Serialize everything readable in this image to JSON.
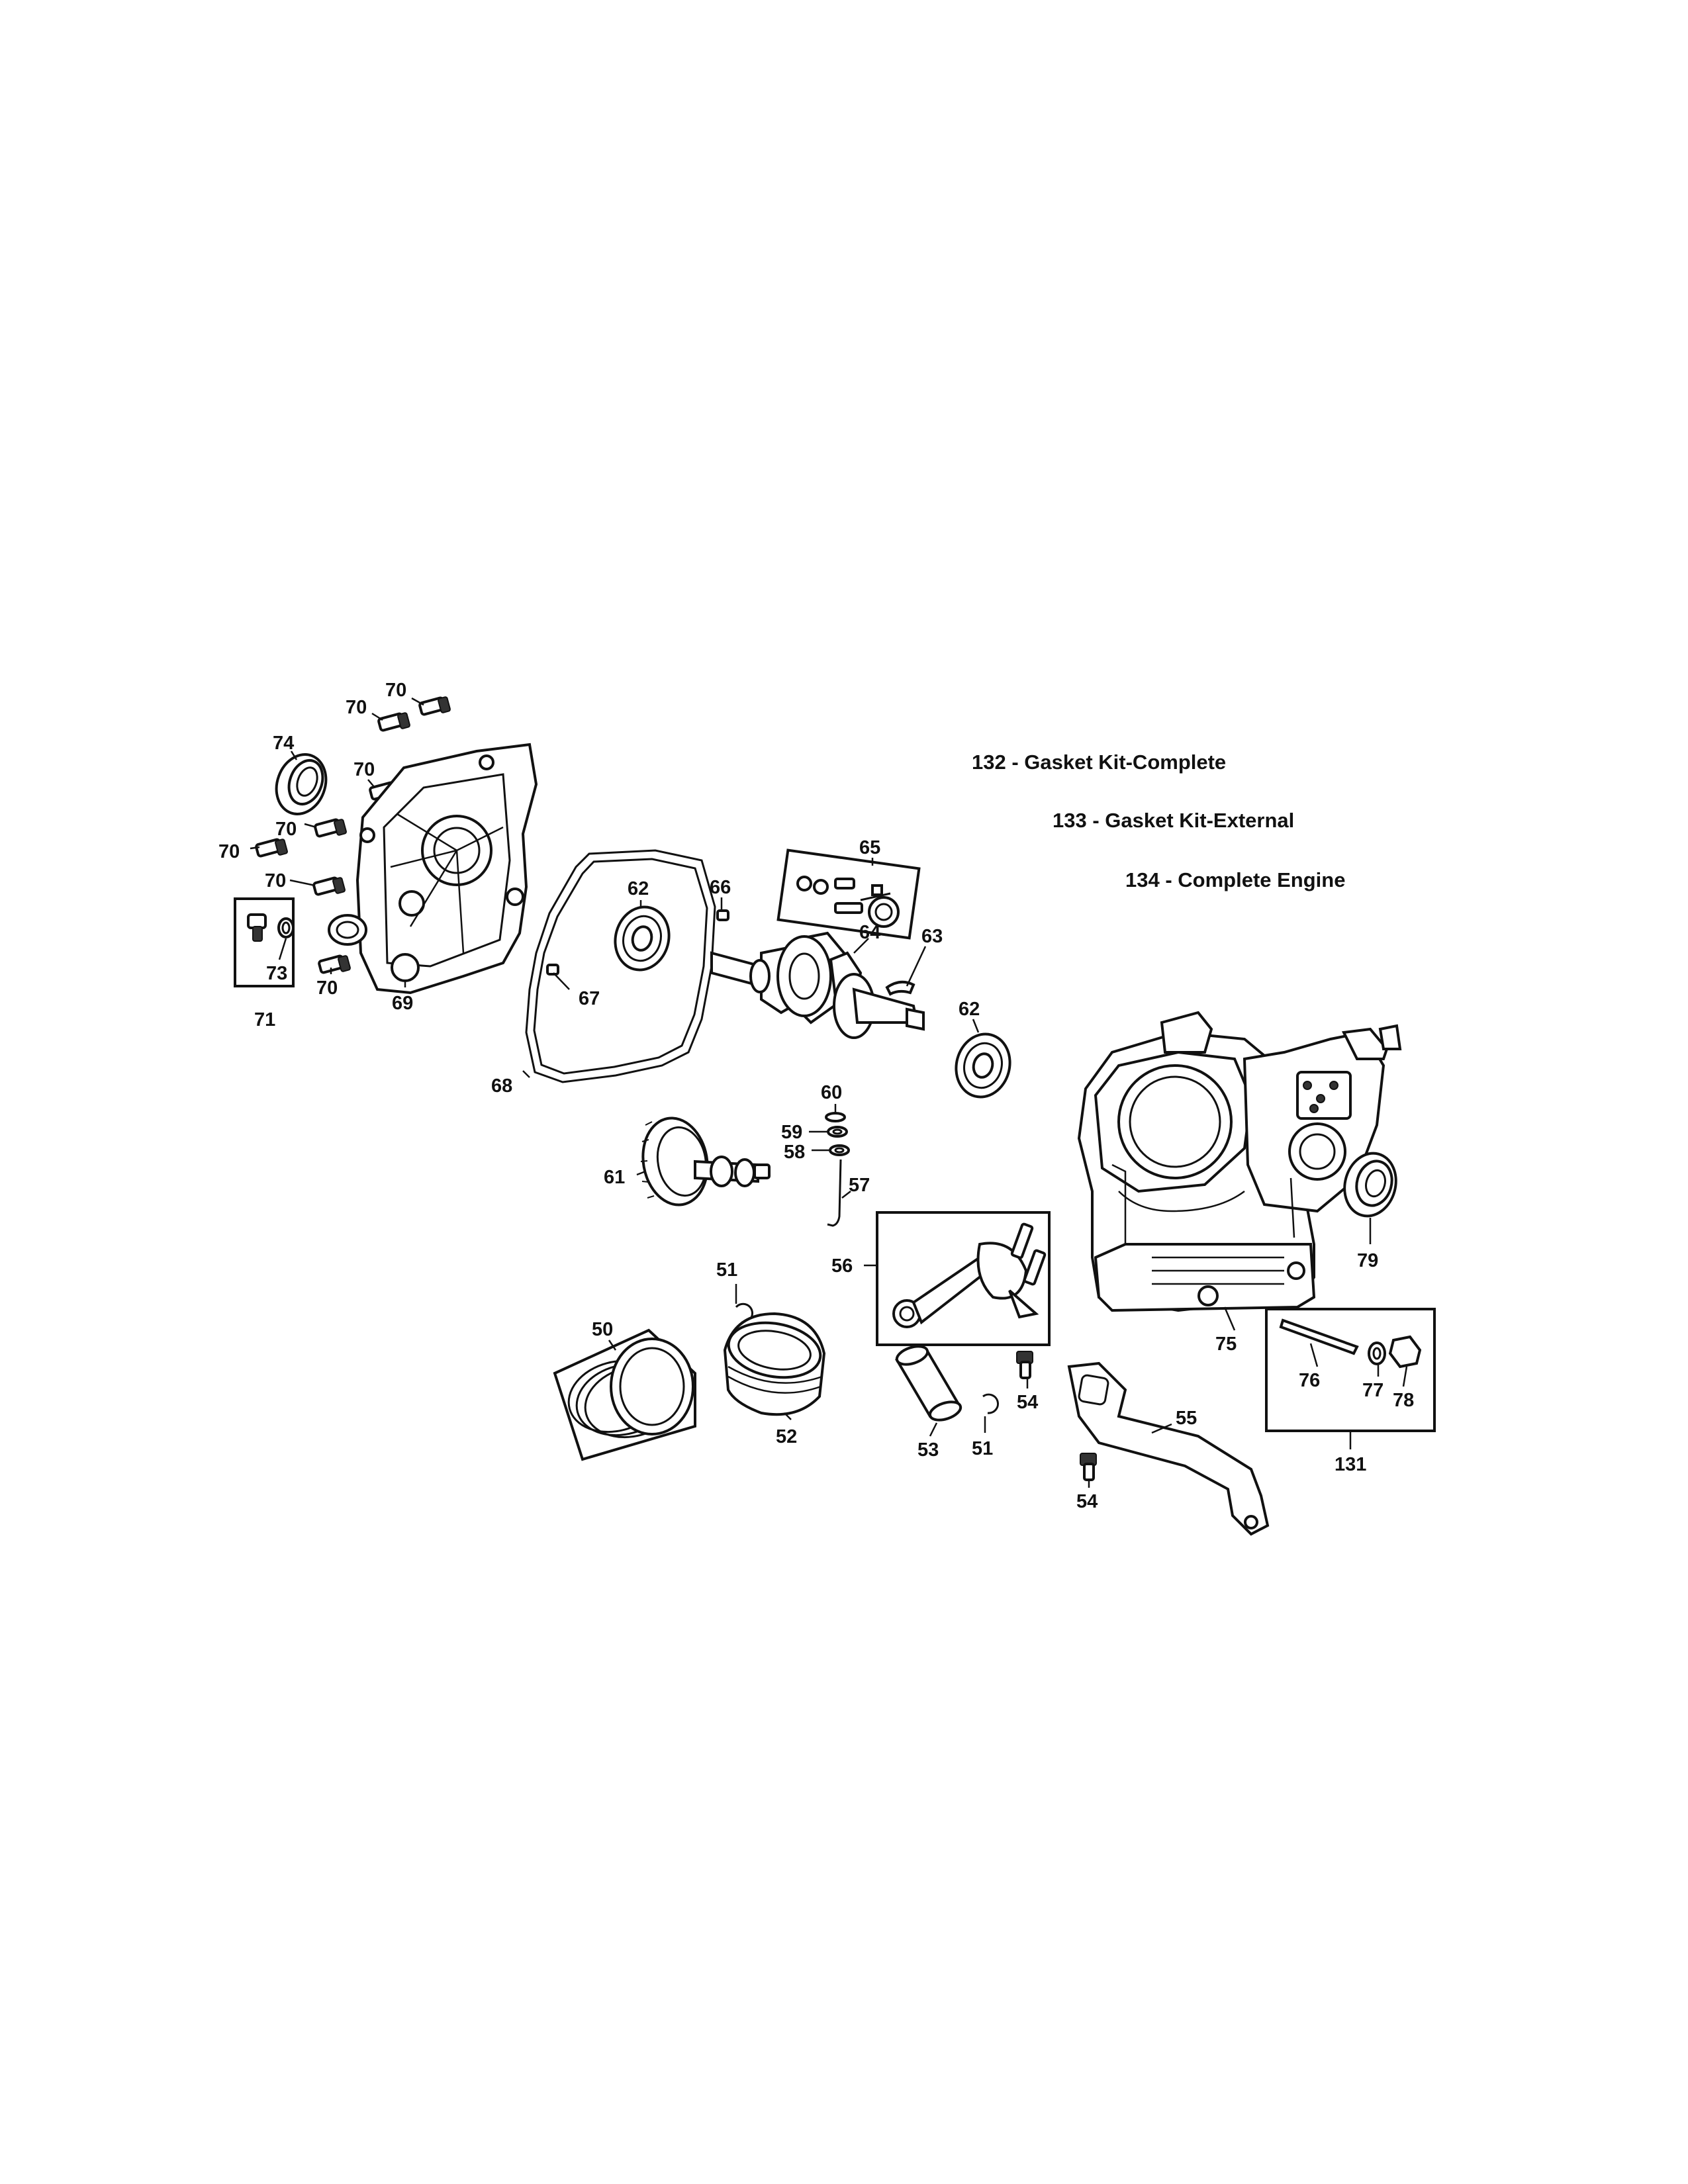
{
  "kits": [
    {
      "text": "132 - Gasket Kit-Complete"
    },
    {
      "text": "133 - Gasket Kit-External"
    },
    {
      "text": "134 - Complete Engine"
    }
  ],
  "callouts": [
    "70",
    "70",
    "74",
    "70",
    "70",
    "70",
    "70",
    "71",
    "73",
    "70",
    "69",
    "62",
    "66",
    "67",
    "68",
    "65",
    "64",
    "63",
    "62",
    "60",
    "59",
    "58",
    "57",
    "61",
    "56",
    "51",
    "50",
    "52",
    "53",
    "54",
    "51",
    "55",
    "54",
    "75",
    "79",
    "76",
    "77",
    "78",
    "131"
  ]
}
